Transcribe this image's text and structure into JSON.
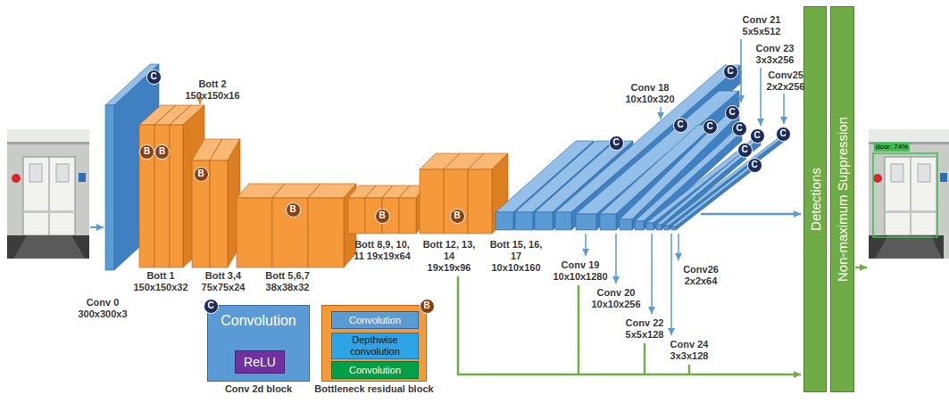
{
  "diagram": {
    "nodes": [
      {
        "text": [
          "C"
        ]
      },
      {
        "text": [
          "B"
        ]
      },
      {
        "text": [
          "B"
        ]
      },
      {
        "text": [
          "B"
        ]
      },
      {
        "text": [
          "B"
        ]
      },
      {
        "text": [
          "B"
        ]
      },
      {
        "text": [
          "B"
        ]
      },
      {
        "text": [
          "C"
        ]
      },
      {
        "text": [
          "C"
        ]
      },
      {
        "text": [
          "C"
        ]
      },
      {
        "text": [
          "C"
        ]
      },
      {
        "text": [
          "C"
        ]
      },
      {
        "text": [
          "C"
        ]
      },
      {
        "text": [
          "C"
        ]
      },
      {
        "text": [
          "C"
        ]
      },
      {
        "text": [
          "C"
        ]
      },
      {
        "text": [
          "C"
        ]
      },
      {
        "text": [
          "Detections"
        ]
      },
      {
        "text": [
          "Non-maximum Suppression"
        ]
      },
      {
        "text": [
          "Convolution",
          "Conv 2d block"
        ]
      },
      {
        "text": [
          "C"
        ],
        "in": 19
      },
      {
        "text": [
          "ReLU"
        ],
        "in": 19
      },
      {
        "text": [
          "Bottleneck residual block"
        ]
      },
      {
        "text": [
          "B"
        ],
        "in": 22
      },
      {
        "text": [
          "Convolution"
        ],
        "in": 22
      },
      {
        "text": [
          "Depthwise convolution"
        ],
        "in": 22
      },
      {
        "text": [
          "Convolution"
        ],
        "in": 22
      }
    ],
    "labels": [
      "Bott 2",
      "150x150x16",
      "Conv 21",
      "5x5x512",
      "Conv 23",
      "3x3x256",
      "Conv25",
      "2x2x256",
      "Conv 18",
      "10x10x320",
      "Conv 0",
      "300x300x3",
      "Bott 1",
      "150x150x32",
      "Bott 3,4",
      "75x75x24",
      "Bott 5,6,7",
      "38x38x32",
      "Bott 8,9, 10,",
      "11 19x19x64",
      "Bott 12, 13,",
      "14",
      "19x19x96",
      "Bott 15, 16,",
      "17",
      "10x10x160",
      "Conv 19",
      "10x10x1280",
      "Conv 20",
      "10x10x256",
      "Conv 22",
      "5x5x128",
      "Conv 24",
      "3x3x128",
      "Conv26",
      "2x2x64",
      "door: 74%"
    ]
  }
}
